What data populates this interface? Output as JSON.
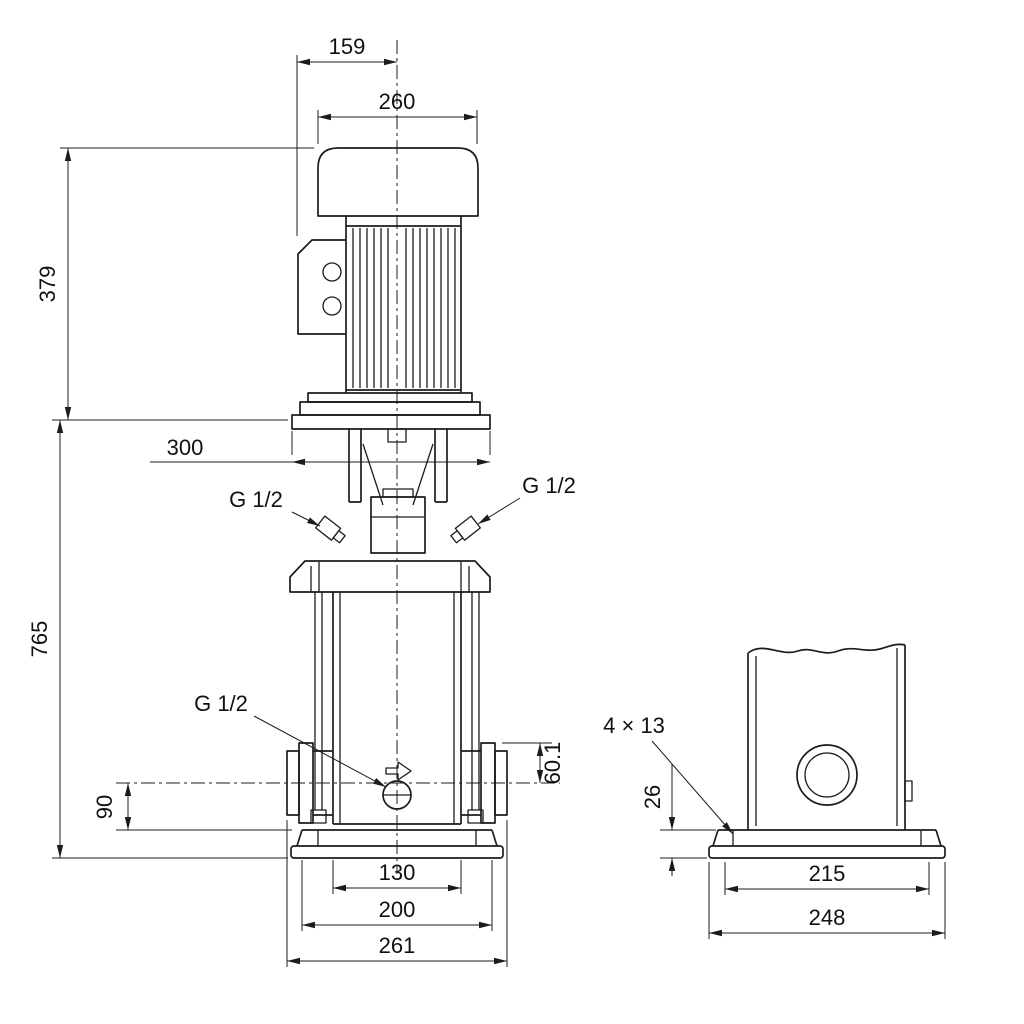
{
  "colors": {
    "background": "#ffffff",
    "line": "#1c1c1c",
    "text": "#111111"
  },
  "front_view": {
    "dims": {
      "d159": "159",
      "d260": "260",
      "d379": "379",
      "d300": "300",
      "d765": "765",
      "d90": "90",
      "d60_1": "60.1",
      "d130": "130",
      "d200": "200",
      "d261": "261"
    },
    "labels": {
      "g12_left": "G 1/2",
      "g12_right": "G 1/2",
      "g12_drain": "G 1/2"
    }
  },
  "side_view": {
    "dims": {
      "d4x13": "4 × 13",
      "d26": "26",
      "d215": "215",
      "d248": "248"
    }
  }
}
